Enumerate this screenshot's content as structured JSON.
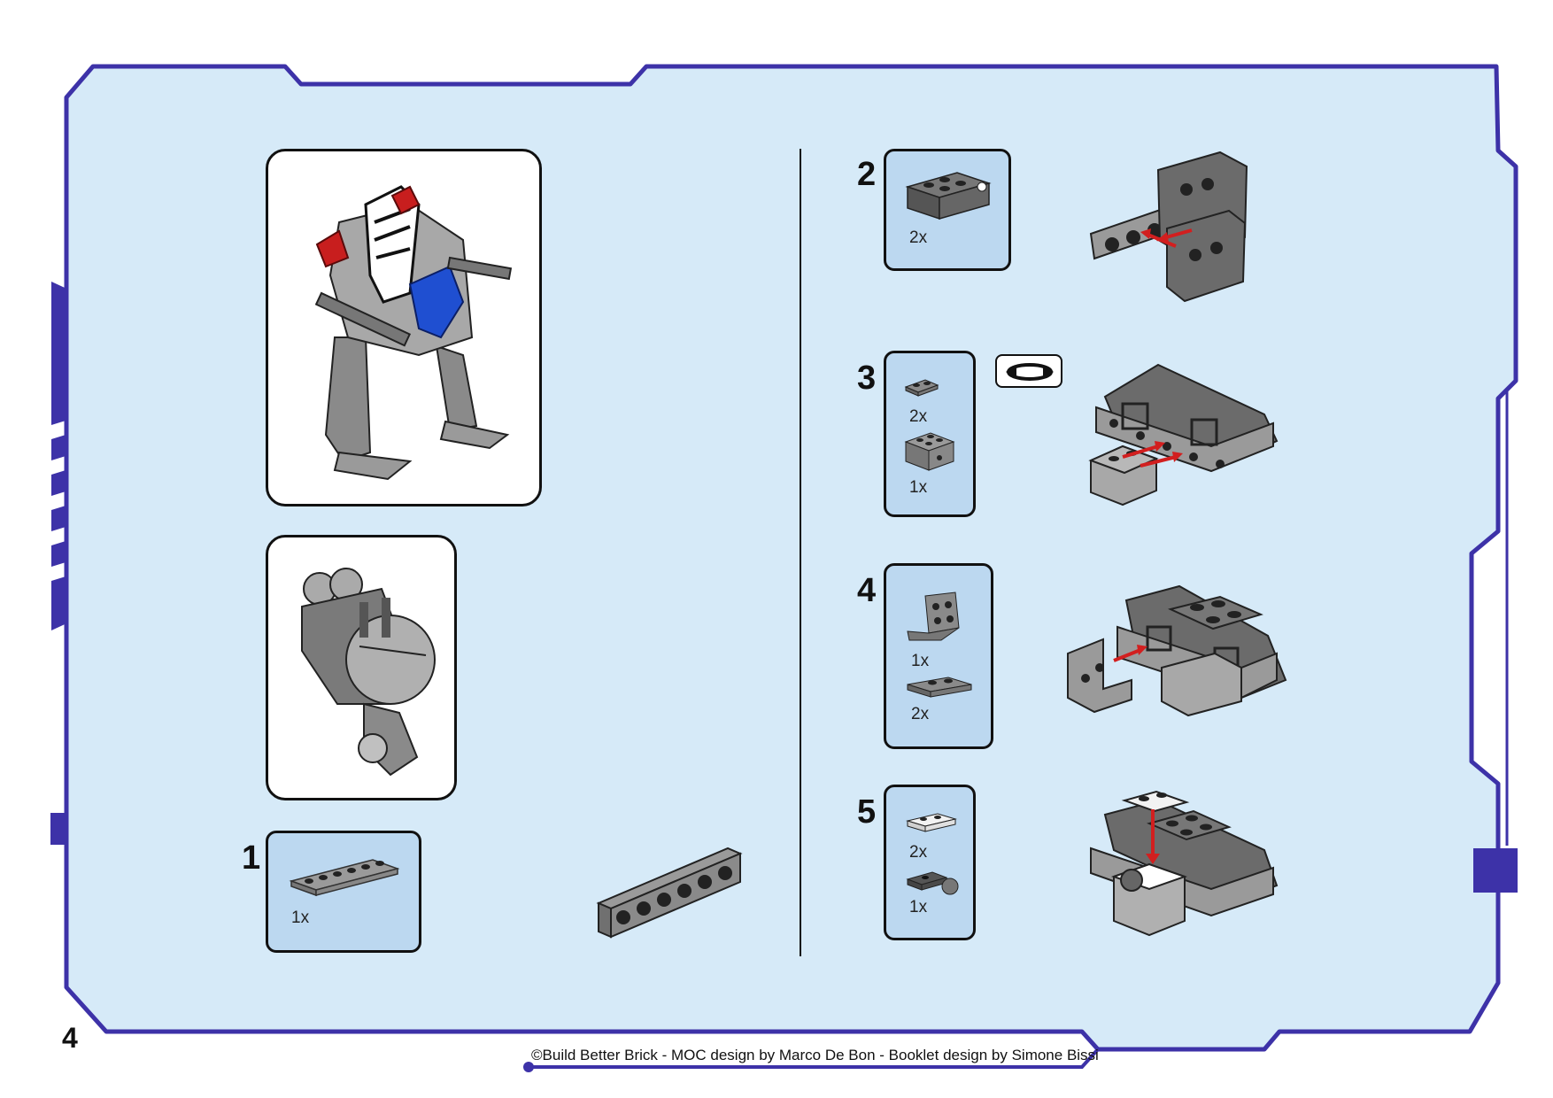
{
  "page": {
    "number": "4",
    "credits": "©Build Better Brick - MOC design by Marco De Bon - Booklet design by Simone Bissi"
  },
  "colors": {
    "frame": "#3d32a8",
    "panel": "#d6eaf8",
    "parts_box": "#bcd8f0",
    "brick_dark": "#6b6b6b",
    "brick_light": "#a8a8a8",
    "arrow": "#d21f1f",
    "accent_blue": "#1f4fd1"
  },
  "preview_images": [
    {
      "name": "completed-mech-model"
    },
    {
      "name": "mech-back-subassembly"
    }
  ],
  "steps": [
    {
      "number": "1",
      "parts": [
        {
          "qty": "1x",
          "icon": "plate-1x6-icon"
        }
      ]
    },
    {
      "number": "2",
      "parts": [
        {
          "qty": "2x",
          "icon": "brick-pin-hole-icon"
        }
      ]
    },
    {
      "number": "3",
      "parts": [
        {
          "qty": "2x",
          "icon": "plate-1x2-icon"
        },
        {
          "qty": "1x",
          "icon": "brick-2x2-icon"
        }
      ],
      "rotate_icon": "rotate-model-icon"
    },
    {
      "number": "4",
      "parts": [
        {
          "qty": "1x",
          "icon": "bracket-2x2-icon"
        },
        {
          "qty": "2x",
          "icon": "plate-1x2-icon"
        }
      ]
    },
    {
      "number": "5",
      "parts": [
        {
          "qty": "2x",
          "icon": "plate-1x2-white-icon"
        },
        {
          "qty": "1x",
          "icon": "plate-ball-icon"
        }
      ]
    }
  ]
}
